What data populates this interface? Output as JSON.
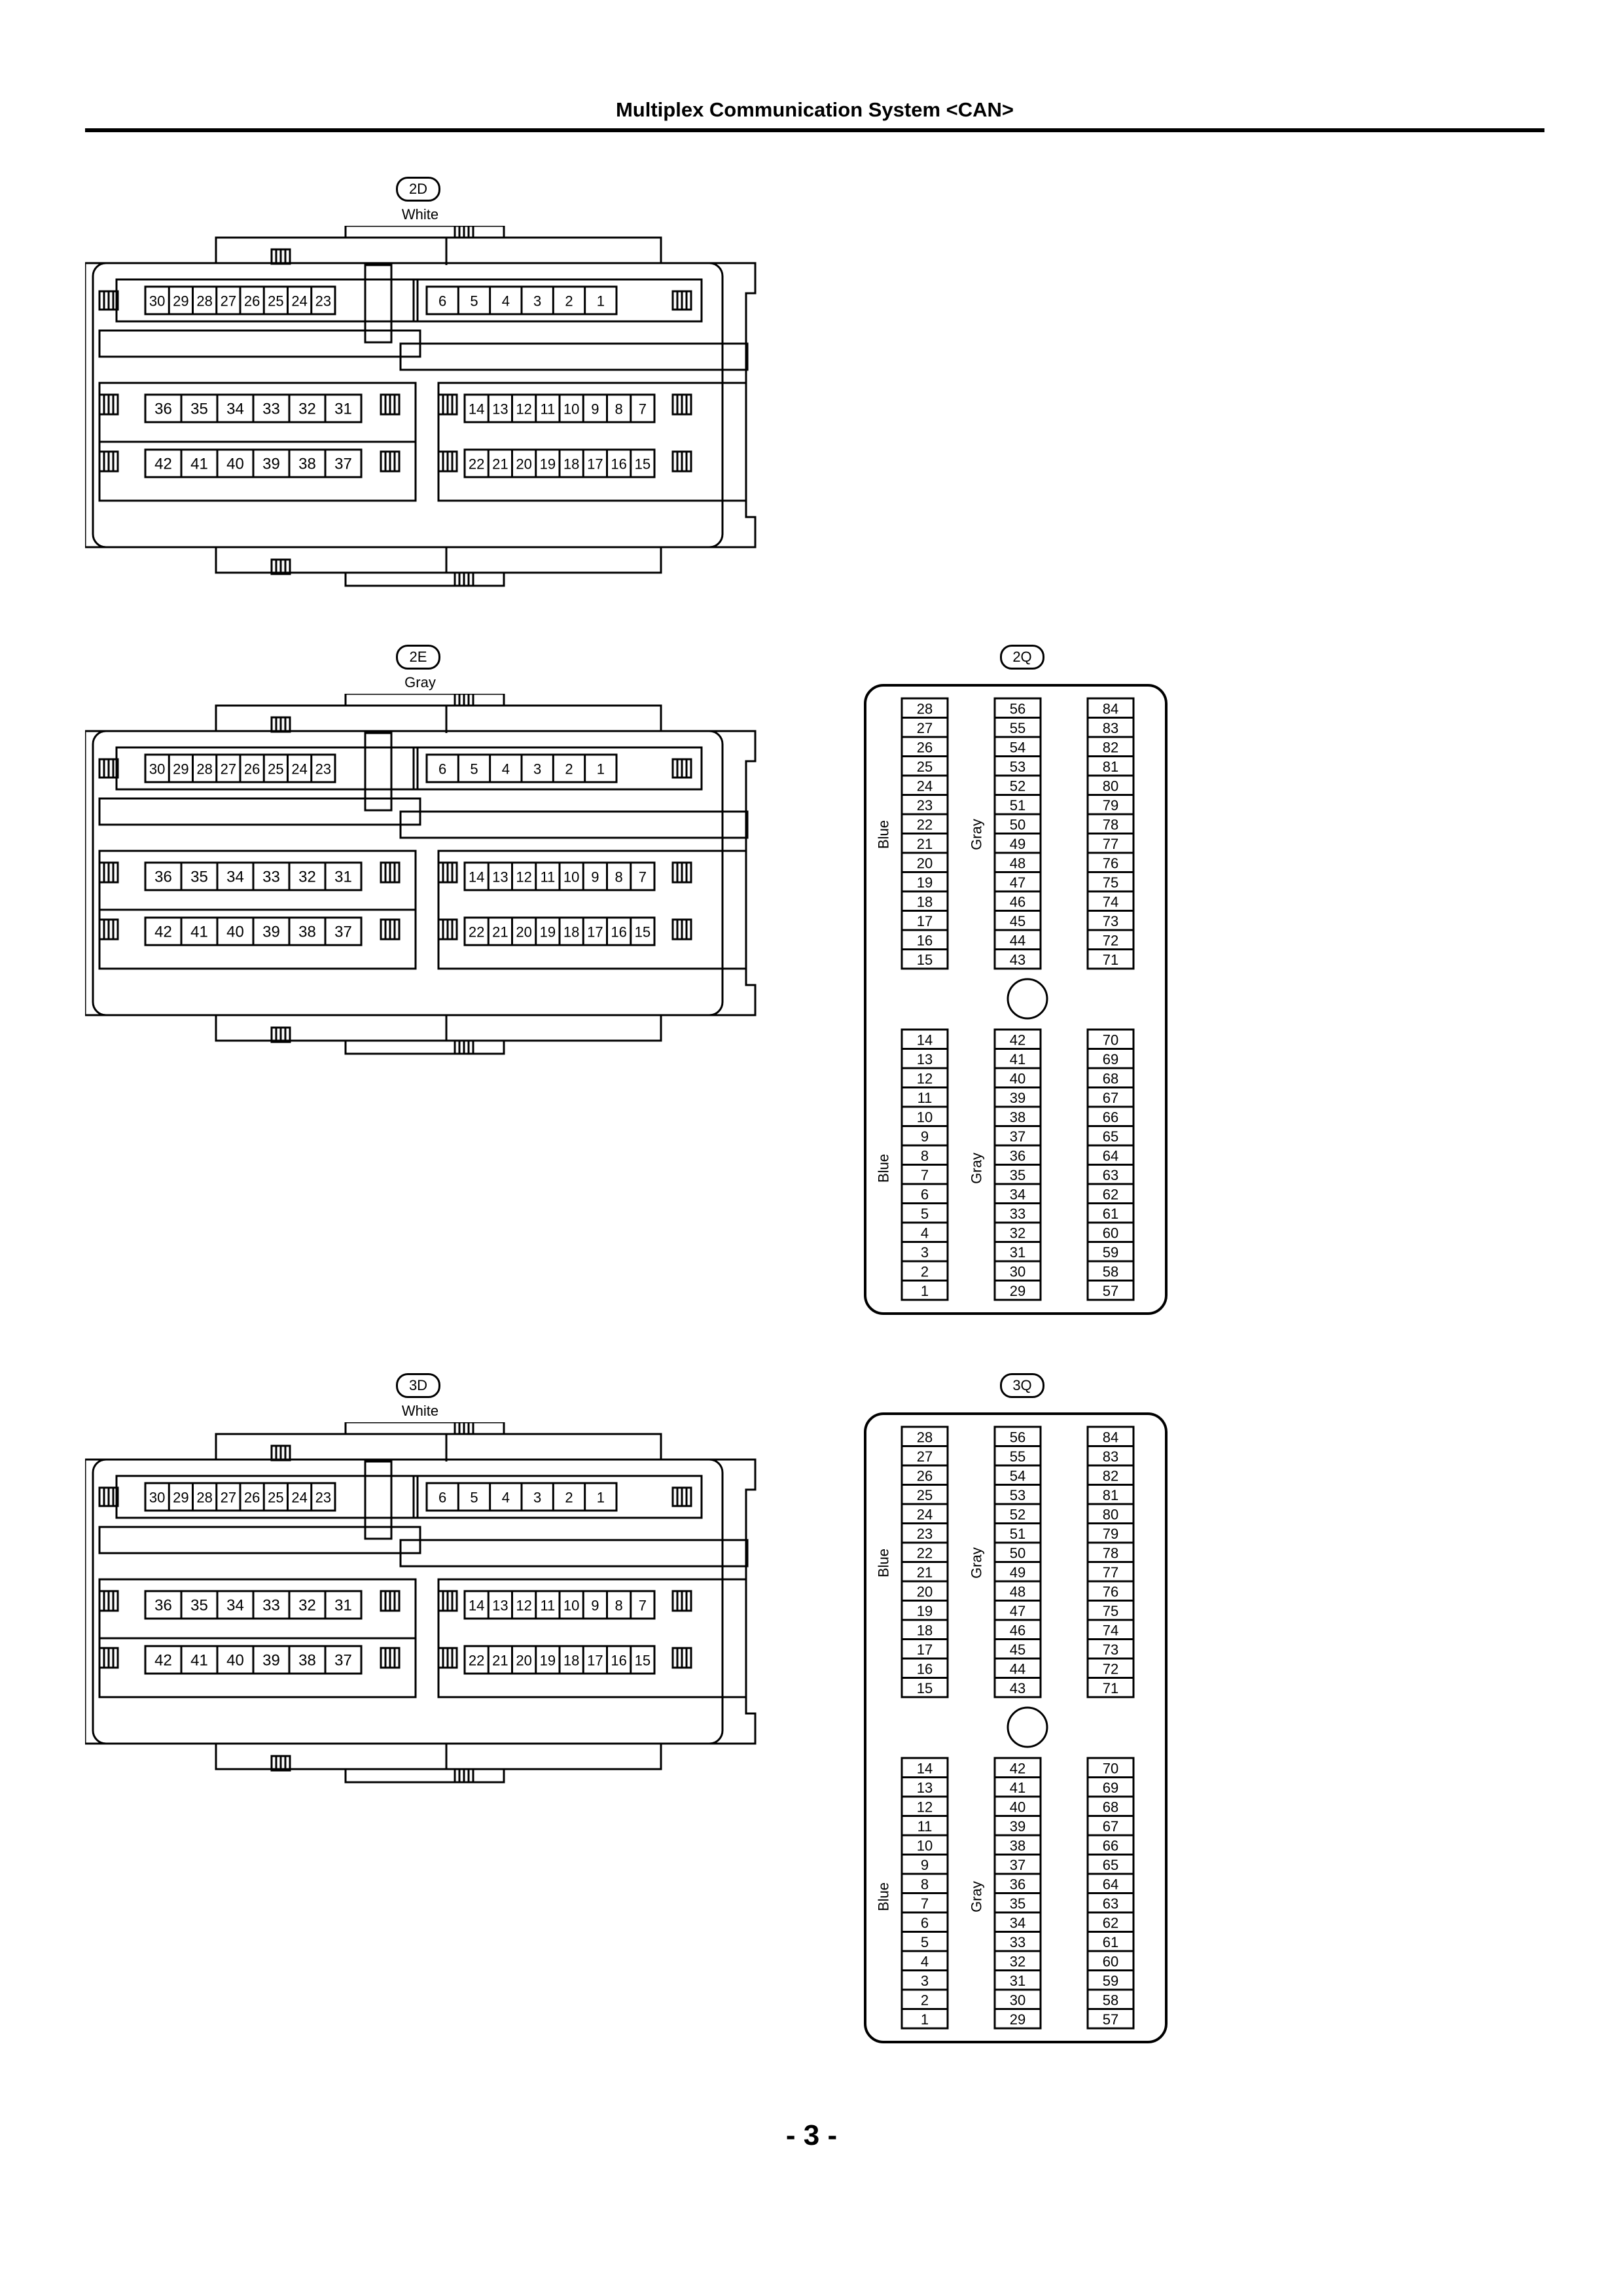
{
  "header": {
    "title": "Multiplex Communication System <CAN>"
  },
  "footer": {
    "page_number": "- 3 -"
  },
  "connectors": [
    {
      "id": "2D",
      "color": "White"
    },
    {
      "id": "2E",
      "color": "Gray"
    },
    {
      "id": "3D",
      "color": "White"
    },
    {
      "id": "2Q",
      "group_label_left": "Blue",
      "group_label_mid": "Gray"
    },
    {
      "id": "3Q",
      "group_label_left": "Blue",
      "group_label_mid": "Gray"
    }
  ],
  "pin_layout_42": {
    "row_top_left": [
      "30",
      "29",
      "28",
      "27",
      "26",
      "25",
      "24",
      "23"
    ],
    "row_top_right": [
      "6",
      "5",
      "4",
      "3",
      "2",
      "1"
    ],
    "row_mid_left": [
      "36",
      "35",
      "34",
      "33",
      "32",
      "31"
    ],
    "row_mid_right": [
      "14",
      "13",
      "12",
      "11",
      "10",
      "9",
      "8",
      "7"
    ],
    "row_bot_left": [
      "42",
      "41",
      "40",
      "39",
      "38",
      "37"
    ],
    "row_bot_right": [
      "22",
      "21",
      "20",
      "19",
      "18",
      "17",
      "16",
      "15"
    ]
  },
  "pin_layout_84": {
    "col_blue_top": [
      "28",
      "27",
      "26",
      "25",
      "24",
      "23",
      "22",
      "21",
      "20",
      "19",
      "18",
      "17",
      "16",
      "15"
    ],
    "col_gray_top": [
      "56",
      "55",
      "54",
      "53",
      "52",
      "51",
      "50",
      "49",
      "48",
      "47",
      "46",
      "45",
      "44",
      "43"
    ],
    "col_right_top": [
      "84",
      "83",
      "82",
      "81",
      "80",
      "79",
      "78",
      "77",
      "76",
      "75",
      "74",
      "73",
      "72",
      "71"
    ],
    "col_blue_bot": [
      "14",
      "13",
      "12",
      "11",
      "10",
      "9",
      "8",
      "7",
      "6",
      "5",
      "4",
      "3",
      "2",
      "1"
    ],
    "col_gray_bot": [
      "42",
      "41",
      "40",
      "39",
      "38",
      "37",
      "36",
      "35",
      "34",
      "33",
      "32",
      "31",
      "30",
      "29"
    ],
    "col_right_bot": [
      "70",
      "69",
      "68",
      "67",
      "66",
      "65",
      "64",
      "63",
      "62",
      "61",
      "60",
      "59",
      "58",
      "57"
    ]
  }
}
